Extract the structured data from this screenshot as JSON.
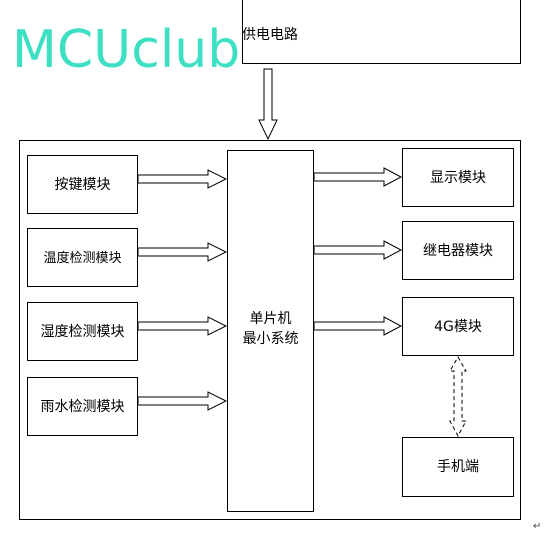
{
  "power": {
    "label": "供电电路"
  },
  "watermark": {
    "text": "MCUclub",
    "color": "#3ee0c4"
  },
  "mcu": {
    "line1": "单片机",
    "line2": "最小系统"
  },
  "inputs": [
    {
      "label": "按键模块"
    },
    {
      "label": "温度检测模块"
    },
    {
      "label": "湿度检测模块"
    },
    {
      "label": "雨水检测模块"
    }
  ],
  "outputs": [
    {
      "label": "显示模块"
    },
    {
      "label": "继电器模块"
    },
    {
      "label": "4G模块"
    }
  ],
  "phone": {
    "label": "手机端"
  },
  "paragraph_mark": "↵"
}
